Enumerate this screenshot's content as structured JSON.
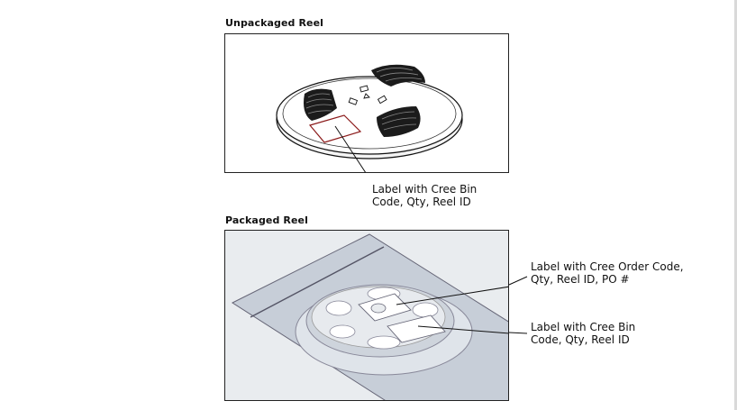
{
  "headings": {
    "unpackaged": "Unpackaged Reel",
    "packaged": "Packaged Reel"
  },
  "callouts": {
    "unpackaged_label": {
      "line1": "Label with Cree Bin",
      "line2": "Code, Qty, Reel ID"
    },
    "packaged_order_label": {
      "line1": "Label with Cree Order Code,",
      "line2": "Qty, Reel ID, PO #"
    },
    "packaged_bin_label": {
      "line1": "Label with Cree Bin",
      "line2": "Code, Qty, Reel ID"
    }
  },
  "colors": {
    "label_outline": "#8b1a1a",
    "frame": "#222222",
    "bag_fill": "#c9d0da"
  }
}
